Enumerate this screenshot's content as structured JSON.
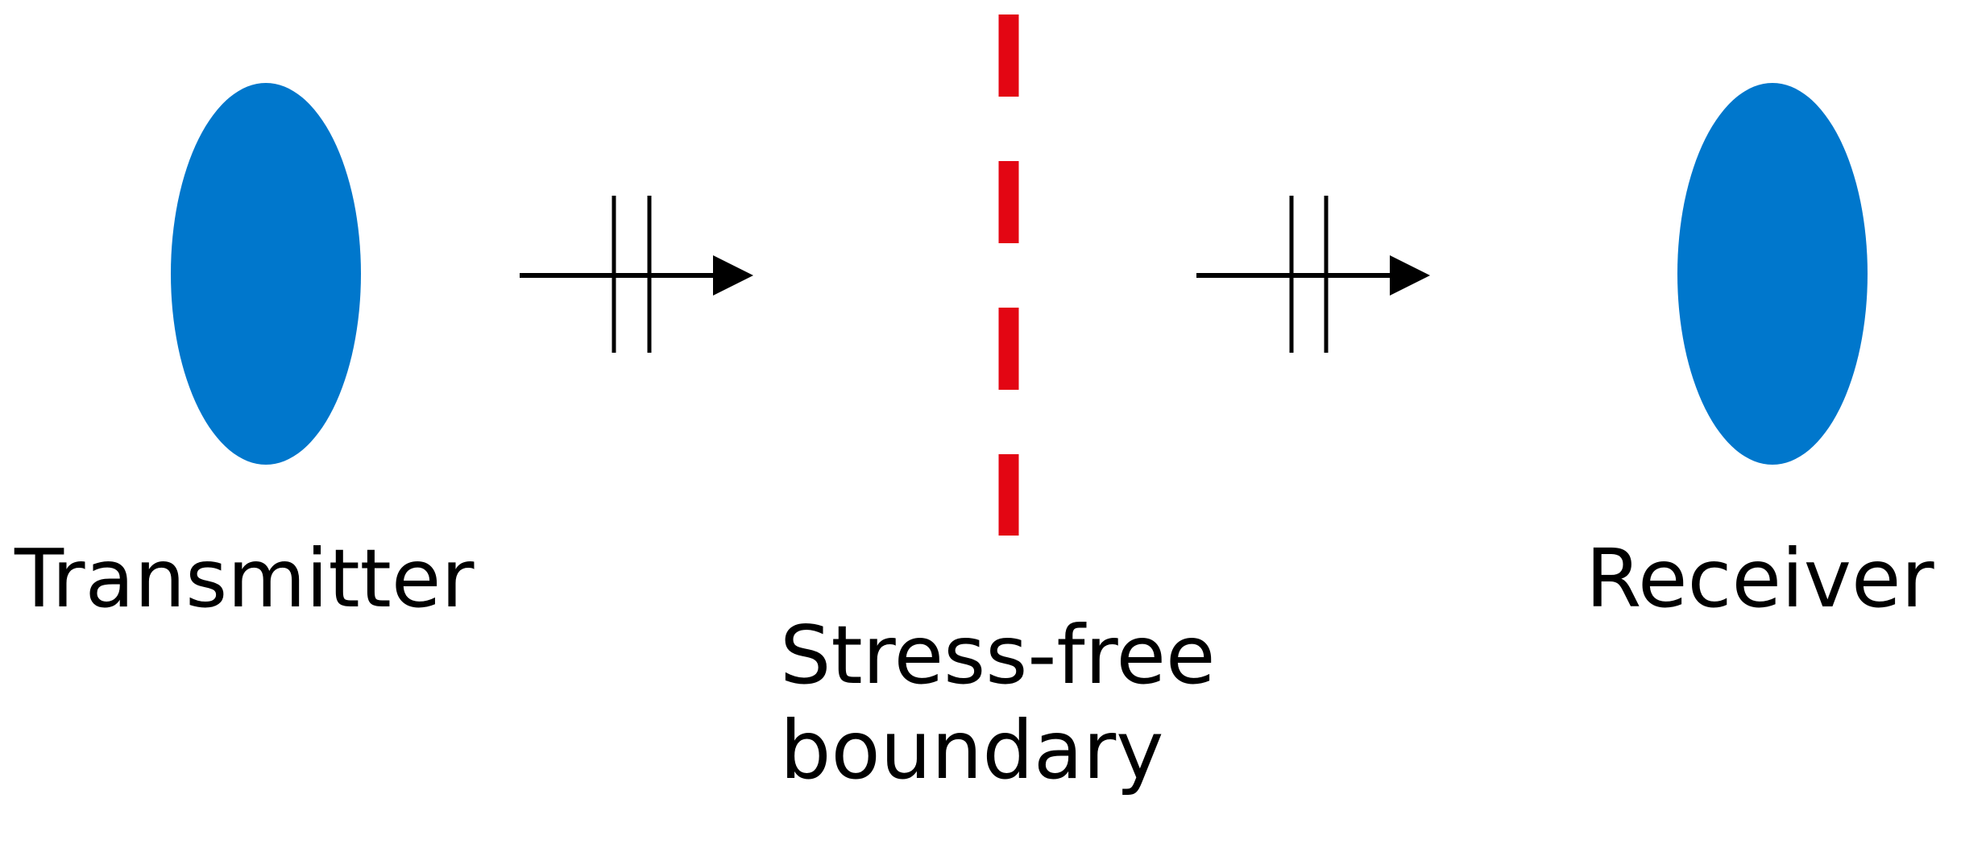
{
  "labels": {
    "transmitter": "Transmitter",
    "receiver": "Receiver",
    "boundary_line1": "Stress-free",
    "boundary_line2": "boundary"
  },
  "colors": {
    "transducer": "#0077CC",
    "boundary": "#E30613",
    "arrow": "#000000"
  }
}
